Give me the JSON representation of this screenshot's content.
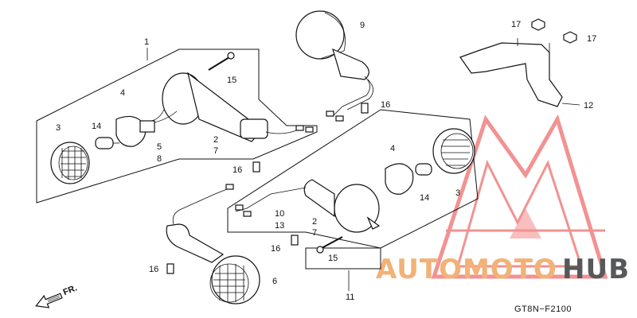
{
  "diagram": {
    "drawing_code": "GT8N−F2100",
    "front_arrow_label": "FR.",
    "callouts": {
      "c1": "1",
      "c2a": "2",
      "c7a": "7",
      "c3a": "3",
      "c4a": "4",
      "c5": "5",
      "c8": "8",
      "c14a": "14",
      "c15a": "15",
      "c16a": "16",
      "c9": "9",
      "c16b": "16",
      "c17a": "17",
      "c17b": "17",
      "c12": "12",
      "c4b": "4",
      "c3b": "3",
      "c14b": "14",
      "c10": "10",
      "c13": "13",
      "c2b": "2",
      "c7b": "7",
      "c16c": "16",
      "c15b": "15",
      "c11": "11",
      "c16d": "16",
      "c6": "6"
    }
  },
  "watermark": {
    "auto": "AUTOMOTO",
    "hub": "HUB",
    "color_primary": "#f08080",
    "color_secondary": "#f2b277",
    "color_dark": "#56585a"
  }
}
